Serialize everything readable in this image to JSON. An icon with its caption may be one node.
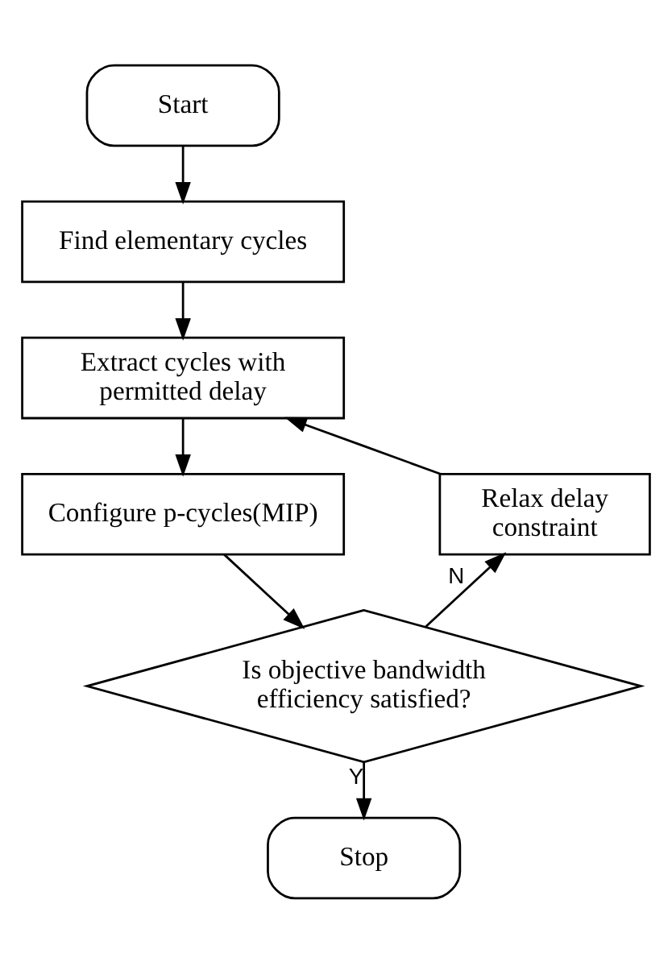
{
  "diagram": {
    "nodes": [
      {
        "text": [
          "Start"
        ]
      },
      {
        "text": [
          "Find elementary cycles"
        ]
      },
      {
        "text": [
          "Extract cycles with permitted delay"
        ]
      },
      {
        "text": [
          "Configure p-cycles(MIP)"
        ]
      },
      {
        "text": [
          "Is objective bandwidth efficiency satisfied?"
        ]
      },
      {
        "text": [
          "Relax delay constraint"
        ]
      },
      {
        "text": [
          "Stop"
        ]
      }
    ],
    "edges": [
      {
        "from": 0,
        "to": 1,
        "arrow": "to"
      },
      {
        "from": 1,
        "to": 2,
        "arrow": "to"
      },
      {
        "from": 2,
        "to": 3,
        "arrow": "to"
      },
      {
        "from": 3,
        "to": 4,
        "arrow": "to"
      },
      {
        "from": 4,
        "to": 5,
        "arrow": "to",
        "label": "N"
      },
      {
        "from": 5,
        "to": 2,
        "arrow": "to"
      },
      {
        "from": 4,
        "to": 6,
        "arrow": "to",
        "label": "Y"
      }
    ]
  }
}
